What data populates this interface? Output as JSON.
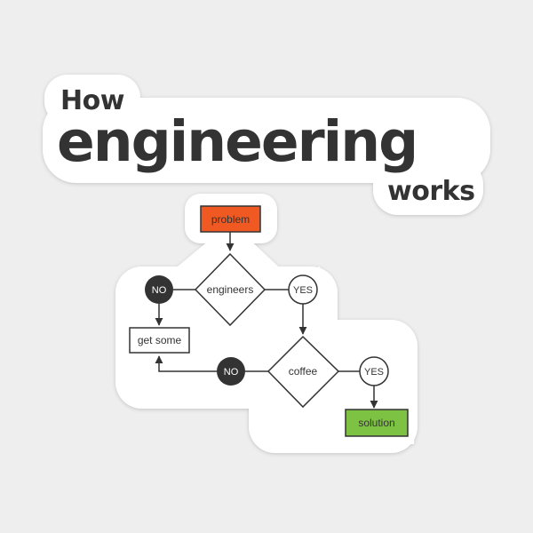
{
  "title": {
    "line1": "How",
    "line2": "engineering",
    "line3": "works"
  },
  "nodes": {
    "problem": "problem",
    "engineers": "engineers",
    "no1": "NO",
    "yes1": "YES",
    "get_some": "get some",
    "coffee": "coffee",
    "no2": "NO",
    "yes2": "YES",
    "solution": "solution"
  },
  "colors": {
    "problem_fill": "#f05a22",
    "solution_fill": "#7dc242",
    "dark_circle": "#333333",
    "text": "#333333",
    "background": "#eeeeee",
    "sticker": "#ffffff"
  }
}
